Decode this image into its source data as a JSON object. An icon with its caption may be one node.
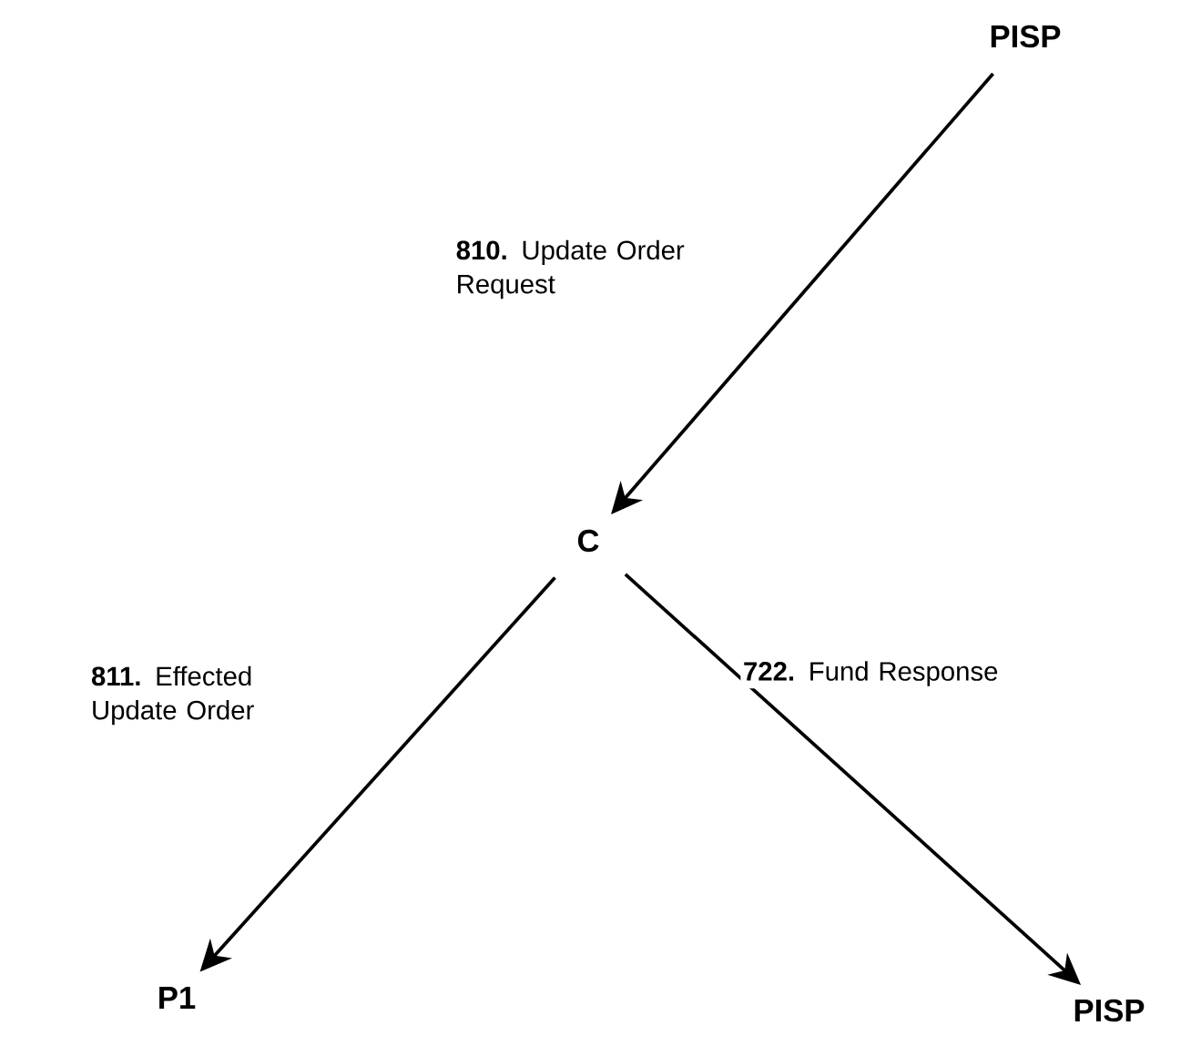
{
  "diagram": {
    "nodes": [
      {
        "text": [
          "PISP"
        ]
      },
      {
        "text": [
          "C"
        ]
      },
      {
        "text": [
          "P1"
        ]
      },
      {
        "text": [
          "PISP"
        ]
      }
    ],
    "edges": [
      {
        "from": 0,
        "to": 1,
        "arrow": "to",
        "label": "**810.** Update Order Request"
      },
      {
        "from": 1,
        "to": 2,
        "arrow": "to",
        "label": "**811.** Effected Update Order"
      },
      {
        "from": 1,
        "to": 3,
        "arrow": "to",
        "label": "**722.** Fund Response"
      }
    ]
  }
}
